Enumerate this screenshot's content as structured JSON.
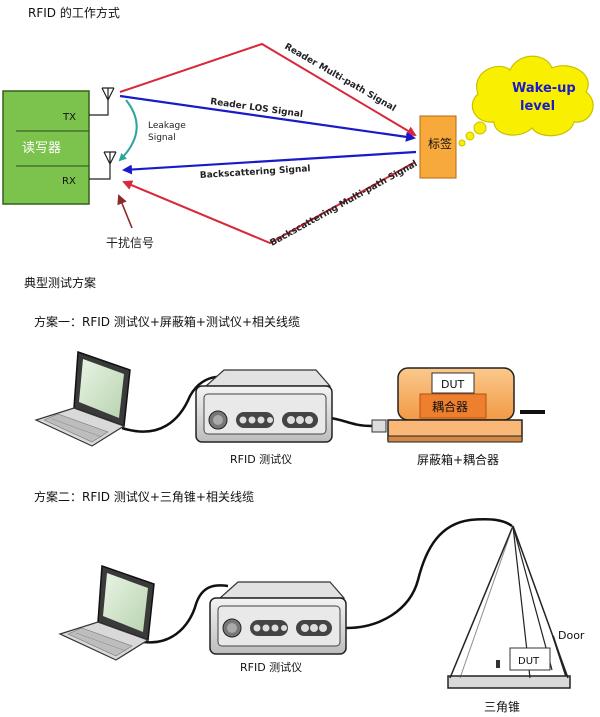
{
  "rfid_diagram": {
    "title": "RFID 的工作方式",
    "reader_label": "读写器",
    "tx_label": "TX",
    "rx_label": "RX",
    "leakage_line1": "Leakage",
    "leakage_line2": "Signal",
    "reader_multipath": "Reader Multi-path Signal",
    "reader_los": "Reader LOS Signal",
    "backscattering": "Backscattering Signal",
    "backscattering_multipath": "Backscattering Multi-path Signal",
    "tag_label": "标签",
    "wakeup_line1": "Wake-up",
    "wakeup_line2": "level",
    "interference_label": "干扰信号",
    "colors": {
      "reader_green": "#7cc34e",
      "tag_orange": "#f7a93c",
      "cloud_yellow": "#f8f000",
      "los_blue": "#1a1ac8",
      "multipath_red": "#d8283a"
    }
  },
  "test_plans": {
    "heading": "典型测试方案",
    "plan1": {
      "title": "方案一：RFID 测试仪+屏蔽箱+测试仪+相关线缆",
      "tester_label": "RFID 测试仪",
      "dut_label": "DUT",
      "coupler_label": "耦合器",
      "box_caption": "屏蔽箱+耦合器",
      "colors": {
        "box_orange": "#f5a75c",
        "coupler_orange": "#ee7f2e"
      }
    },
    "plan2": {
      "title": "方案二：RFID 测试仪+三角锥+相关线缆",
      "tester_label": "RFID 测试仪",
      "dut_label": "DUT",
      "door_label": "Door",
      "cone_caption": "三角锥"
    }
  }
}
